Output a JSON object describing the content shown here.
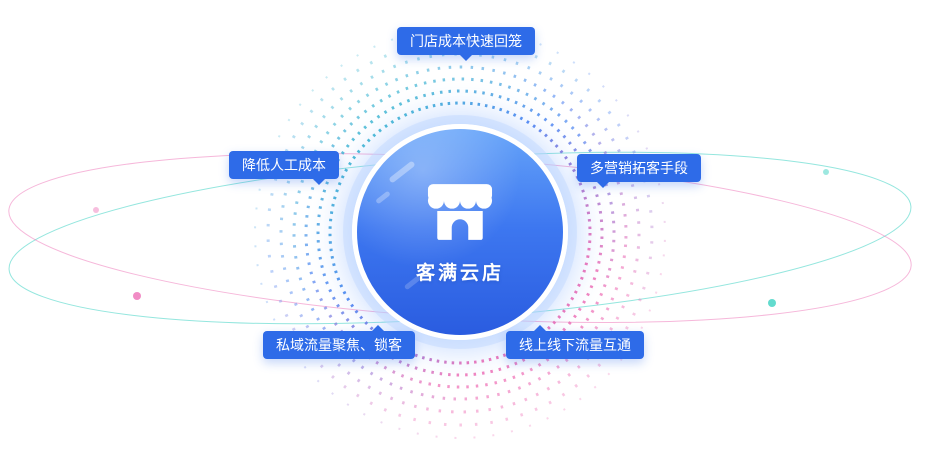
{
  "center": {
    "title": "客满云店",
    "icon": "storefront-icon"
  },
  "labels": [
    {
      "id": "top",
      "text": "门店成本快速回笼"
    },
    {
      "id": "left",
      "text": "降低人工成本"
    },
    {
      "id": "right",
      "text": "多营销拓客手段"
    },
    {
      "id": "bottom-left",
      "text": "私域流量聚焦、锁客"
    },
    {
      "id": "bottom-right",
      "text": "线上线下流量互通"
    }
  ],
  "colors": {
    "label_bg": "#2E6BE8",
    "teal": "#3CD2C2",
    "blue": "#4F86F2",
    "pink": "#EE6FB6",
    "badge_top": "#66A4F9",
    "badge_bottom": "#2A5CE0"
  }
}
